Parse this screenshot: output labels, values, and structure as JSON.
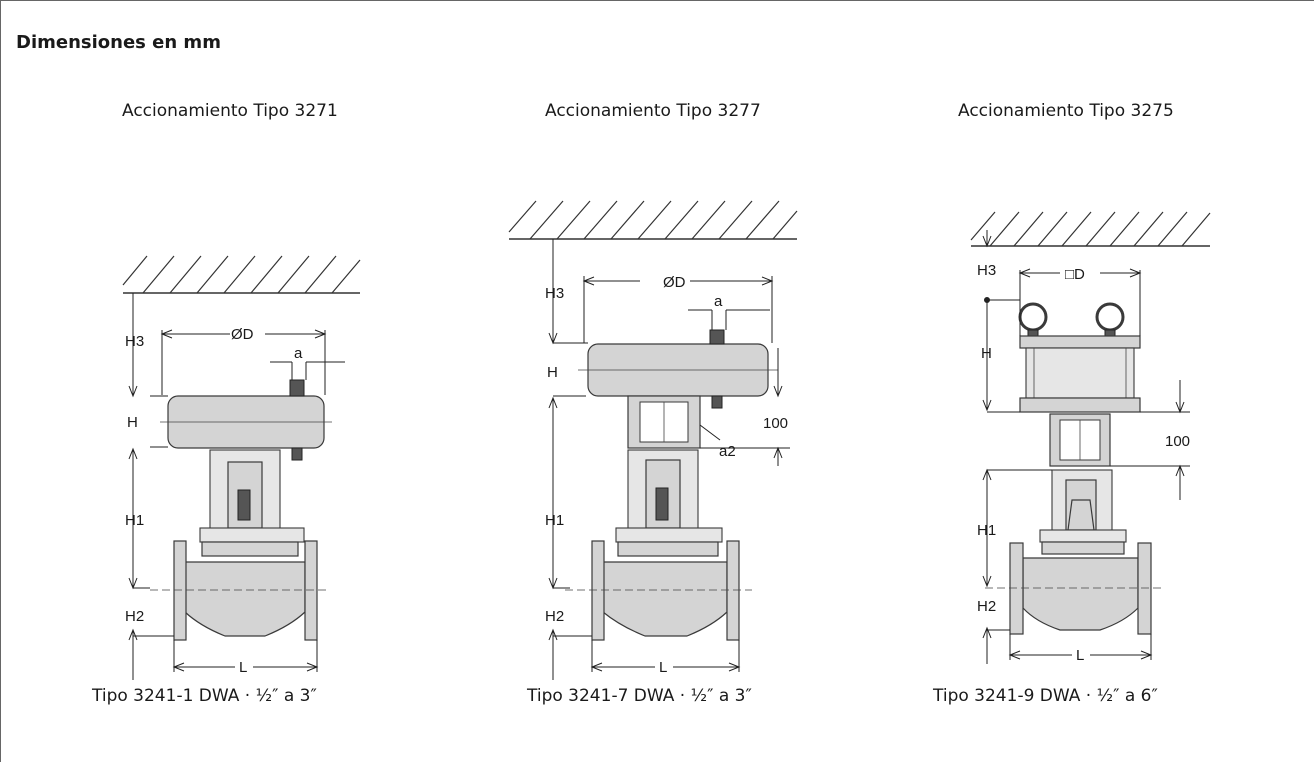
{
  "heading": "Dimensiones en mm",
  "columns": [
    {
      "title": "Accionamiento Tipo 3271",
      "caption": "Tipo 3241-1 DWA  ·  ½″ a 3″",
      "labels": {
        "h3": "H3",
        "od": "ØD",
        "a": "a",
        "h": "H",
        "h1": "H1",
        "h2": "H2",
        "l": "L"
      }
    },
    {
      "title": "Accionamiento Tipo 3277",
      "caption": "Tipo 3241-7 DWA  ·  ½″ a 3″",
      "labels": {
        "h3": "H3",
        "od": "ØD",
        "a": "a",
        "h": "H",
        "n100": "100",
        "a2": "a2",
        "h1": "H1",
        "h2": "H2",
        "l": "L"
      }
    },
    {
      "title": "Accionamiento Tipo 3275",
      "caption": "Tipo 3241-9 DWA  ·  ½″ a 6″",
      "labels": {
        "h3": "H3",
        "sd": "□D",
        "h": "H",
        "n100": "100",
        "h1": "H1",
        "h2": "H2",
        "l": "L"
      }
    }
  ]
}
